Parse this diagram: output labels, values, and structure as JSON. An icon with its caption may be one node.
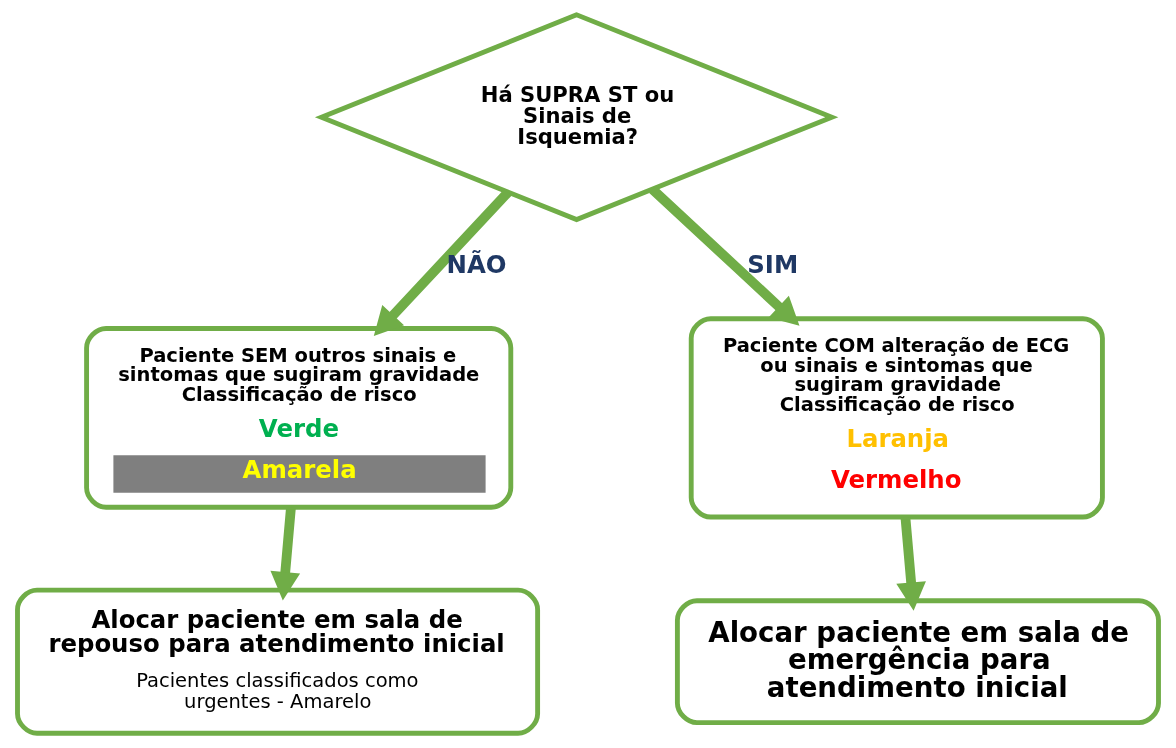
{
  "diagram": {
    "nodes": [
      {
        "text": [
          "Há SUPRA ST ou Sinais de Isquemia?"
        ]
      },
      {
        "text": [
          "Paciente SEM outros sinais e sintomas que sugiram gravidade Classificação de risco",
          "Verde",
          "Amarela"
        ]
      },
      {
        "text": [
          "Paciente COM alteração de ECG ou sinais e sintomas que sugiram gravidade Classificação de risco",
          "Laranja",
          "Vermelho"
        ]
      },
      {
        "text": [
          "Alocar paciente em sala de repouso para atendimento inicial",
          "Pacientes classificados como urgentes - Amarelo"
        ]
      },
      {
        "text": [
          "Alocar paciente em sala de emergência para atendimento inicial"
        ]
      }
    ],
    "edges": [
      {
        "from": 0,
        "to": 1,
        "arrow": "to",
        "label": "NÃO"
      },
      {
        "from": 0,
        "to": 2,
        "arrow": "to",
        "label": "SIM"
      },
      {
        "from": 1,
        "to": 3,
        "arrow": "to"
      },
      {
        "from": 2,
        "to": 4,
        "arrow": "to"
      }
    ]
  }
}
